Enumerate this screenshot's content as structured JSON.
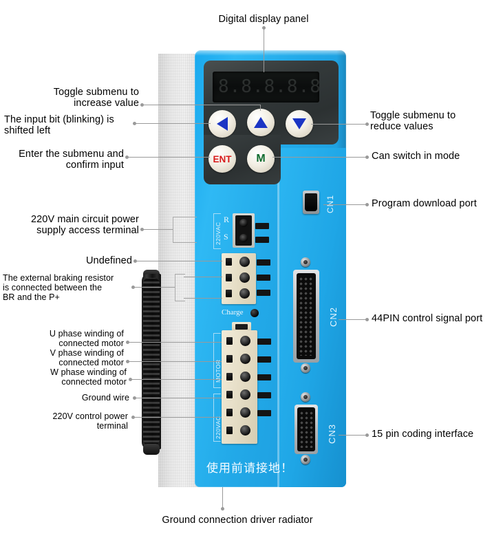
{
  "figure": {
    "title_top": "Digital display panel",
    "caption_bottom": "Ground connection driver radiator"
  },
  "annotations_left": [
    {
      "id": "toggle-increase",
      "text": "Toggle submenu to\nincrease value"
    },
    {
      "id": "shift-left",
      "text": "The input bit (blinking) is\nshifted left"
    },
    {
      "id": "enter-submenu",
      "text": "Enter the submenu and\nconfirm input"
    },
    {
      "id": "main-power",
      "text": "220V main circuit power\nsupply access terminal"
    },
    {
      "id": "undefined-terminal",
      "text": "Undefined"
    },
    {
      "id": "braking-resistor",
      "text": "The external braking resistor\nis connected between the\nBR and the P+"
    },
    {
      "id": "u-phase",
      "text": "U phase winding of\nconnected motor"
    },
    {
      "id": "v-phase",
      "text": "V phase winding of\nconnected motor"
    },
    {
      "id": "w-phase",
      "text": "W phase winding of\nconnected motor"
    },
    {
      "id": "ground-wire",
      "text": "Ground wire"
    },
    {
      "id": "control-power",
      "text": "220V control power\nterminal"
    }
  ],
  "annotations_right": [
    {
      "id": "toggle-reduce",
      "text": "Toggle submenu to\nreduce values"
    },
    {
      "id": "switch-mode",
      "text": "Can switch in mode"
    },
    {
      "id": "program-port",
      "text": "Program download port"
    },
    {
      "id": "control-signal-port",
      "text": "44PIN control signal port"
    },
    {
      "id": "coding-interface",
      "text": "15 pin coding interface"
    }
  ],
  "device": {
    "display": {
      "segments": "8.8.8.8.8.8."
    },
    "buttons": [
      {
        "id": "left",
        "glyph": "◀",
        "label": ""
      },
      {
        "id": "up",
        "glyph": "▲",
        "label": ""
      },
      {
        "id": "down",
        "glyph": "▼",
        "label": ""
      },
      {
        "id": "ent",
        "glyph": "",
        "label": "ENT"
      },
      {
        "id": "mode",
        "glyph": "",
        "label": "M"
      }
    ],
    "silkscreen": {
      "rs_terminal_voltage": "220VAC",
      "terminal_r": "R",
      "terminal_s": "S",
      "charge": "Charge",
      "motor_group": "MOTOR",
      "control_power_voltage": "220VAC",
      "warning_cn": "使用前请接地！"
    },
    "connectors": [
      {
        "id": "cn1",
        "label": "CN1",
        "type": "mini-usb"
      },
      {
        "id": "cn2",
        "label": "CN2",
        "type": "dsub-44pin"
      },
      {
        "id": "cn3",
        "label": "CN3",
        "type": "dsub-15pin"
      }
    ]
  },
  "colors": {
    "body_blue": "#22a9e8",
    "panel_dark": "#33393a",
    "terminal_cream": "#e7dfc8",
    "leader_gray": "#9a9a9a",
    "ent_red": "#d81b1b",
    "mode_green": "#0f6b2e",
    "arrow_blue": "#1b35c4"
  }
}
